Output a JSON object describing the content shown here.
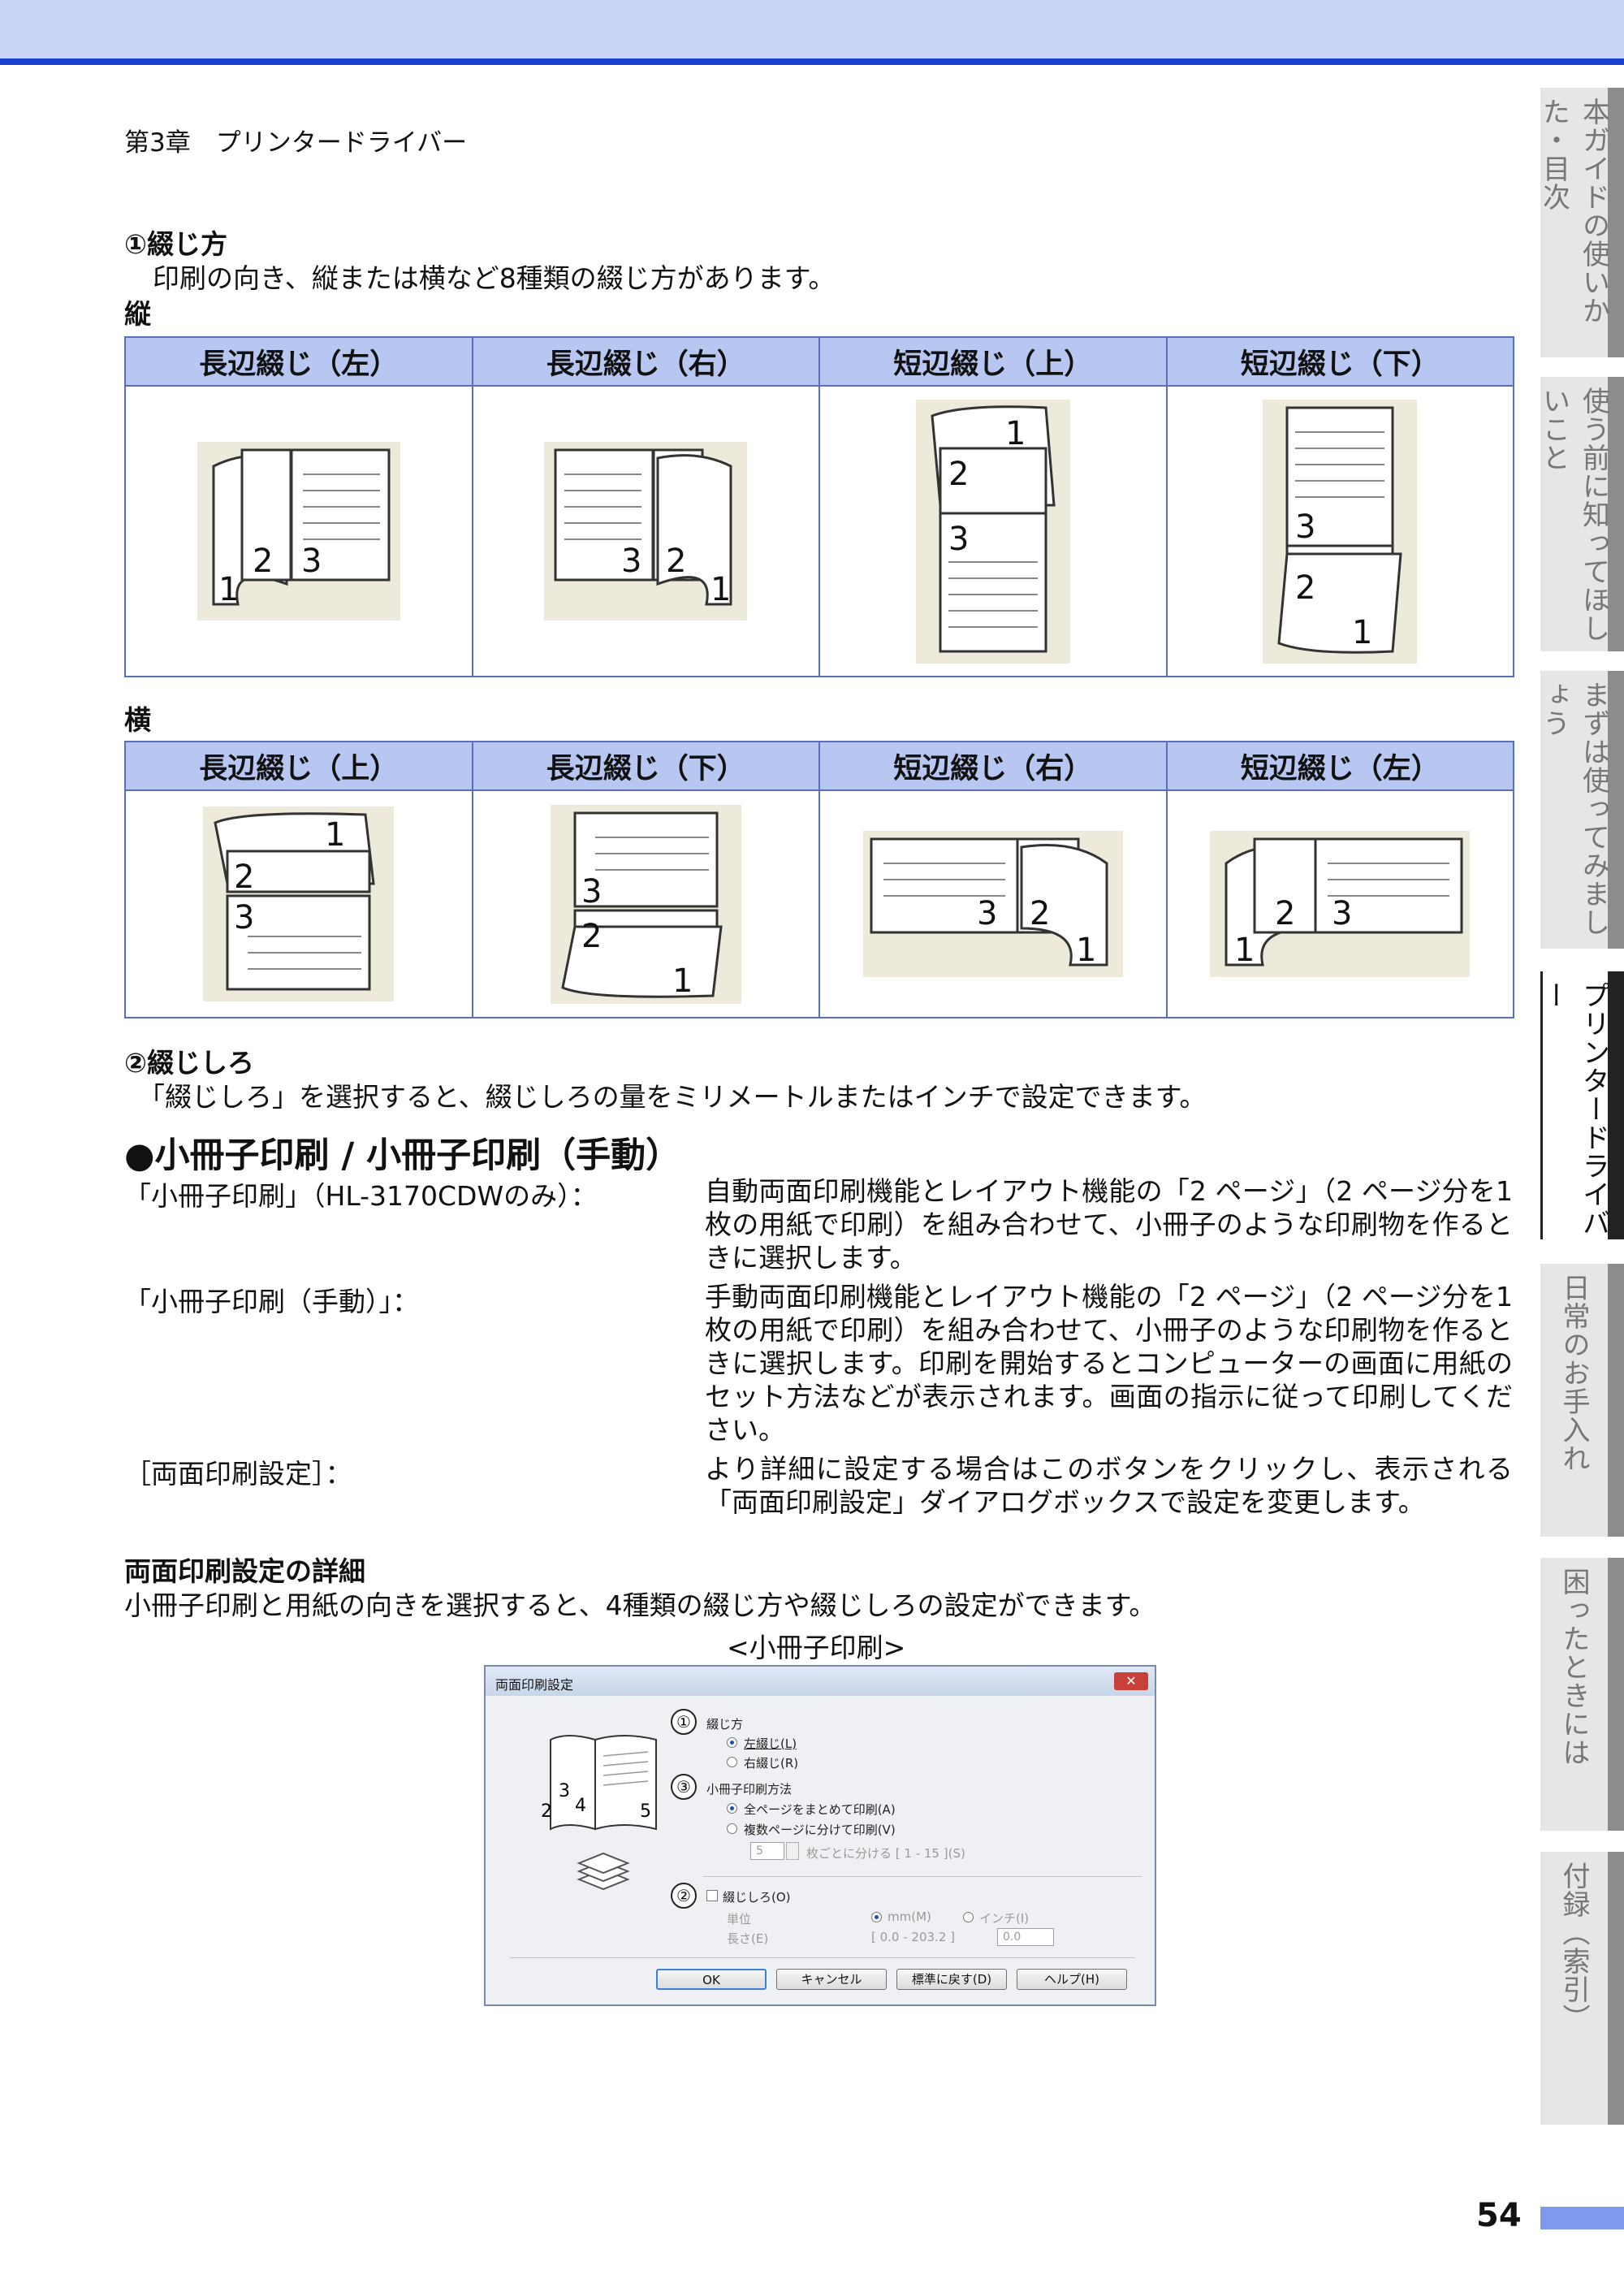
{
  "header": {
    "chapter": "第3章　プリンタードライバー"
  },
  "side_tabs": [
    {
      "label": "本ガイドの使いかた・目次",
      "active": false
    },
    {
      "label": "使う前に知ってほしいこと",
      "active": false
    },
    {
      "label": "まずは使ってみましょう",
      "active": false
    },
    {
      "label": "プリンタードライバー",
      "active": true
    },
    {
      "label": "日常のお手入れ",
      "active": false
    },
    {
      "label": "困ったときには",
      "active": false
    },
    {
      "label": "付録（索引）",
      "active": false
    }
  ],
  "section1": {
    "title": "①綴じ方",
    "desc": "印刷の向き、縦または横など8種類の綴じ方があります。",
    "portrait_label": "縦",
    "portrait_headers": [
      "長辺綴じ（左）",
      "長辺綴じ（右）",
      "短辺綴じ（上）",
      "短辺綴じ（下）"
    ],
    "landscape_label": "横",
    "landscape_headers": [
      "長辺綴じ（上）",
      "長辺綴じ（下）",
      "短辺綴じ（右）",
      "短辺綴じ（左）"
    ],
    "page_nums": [
      "1",
      "2",
      "3"
    ]
  },
  "section2": {
    "title": "②綴じしろ",
    "desc": "「綴じしろ」を選択すると、綴じしろの量をミリメートルまたはインチで設定できます。"
  },
  "booklet": {
    "title": "●小冊子印刷 / 小冊子印刷（手動）",
    "items": [
      {
        "label": "「小冊子印刷」（HL-3170CDWのみ）：",
        "desc": "自動両面印刷機能とレイアウト機能の「2 ページ」（2 ページ分を1枚の用紙で印刷）を組み合わせて、小冊子のような印刷物を作るときに選択します。"
      },
      {
        "label": "「小冊子印刷（手動）」：",
        "desc": "手動両面印刷機能とレイアウト機能の「2 ページ」（2 ページ分を1枚の用紙で印刷）を組み合わせて、小冊子のような印刷物を作るときに選択します。印刷を開始するとコンピューターの画面に用紙のセット方法などが表示されます。画面の指示に従って印刷してください。"
      },
      {
        "label": "［両面印刷設定］：",
        "desc": "より詳細に設定する場合はこのボタンをクリックし、表示される「両面印刷設定」ダイアログボックスで設定を変更します。"
      }
    ]
  },
  "detail": {
    "title": "両面印刷設定の詳細",
    "desc": "小冊子印刷と用紙の向きを選択すると、4種類の綴じ方や綴じしろの設定ができます。",
    "caption": "<小冊子印刷>"
  },
  "dialog": {
    "title": "両面印刷設定",
    "close": "✕",
    "binding_label": "綴じ方",
    "binding_options": [
      "左綴じ(L)",
      "右綴じ(R)"
    ],
    "booklet_method_label": "小冊子印刷方法",
    "booklet_method_options": [
      "全ページをまとめて印刷(A)",
      "複数ページに分けて印刷(V)"
    ],
    "sheets_value": "5",
    "sheets_suffix": "枚ごとに分ける [ 1 - 15 ](S)",
    "margin_label": "綴じしろ(O)",
    "unit_label": "単位",
    "unit_options": [
      "mm(M)",
      "インチ(I)"
    ],
    "length_label": "長さ(E)",
    "length_range": "[ 0.0 - 203.2 ]",
    "length_value": "0.0",
    "circle_nums": [
      "①",
      "③",
      "②"
    ],
    "preview_nums": [
      "3",
      "2",
      "4",
      "5"
    ],
    "buttons": [
      "OK",
      "キャンセル",
      "標準に戻す(D)",
      "ヘルプ(H)"
    ]
  },
  "footer": {
    "page_number": "54"
  }
}
